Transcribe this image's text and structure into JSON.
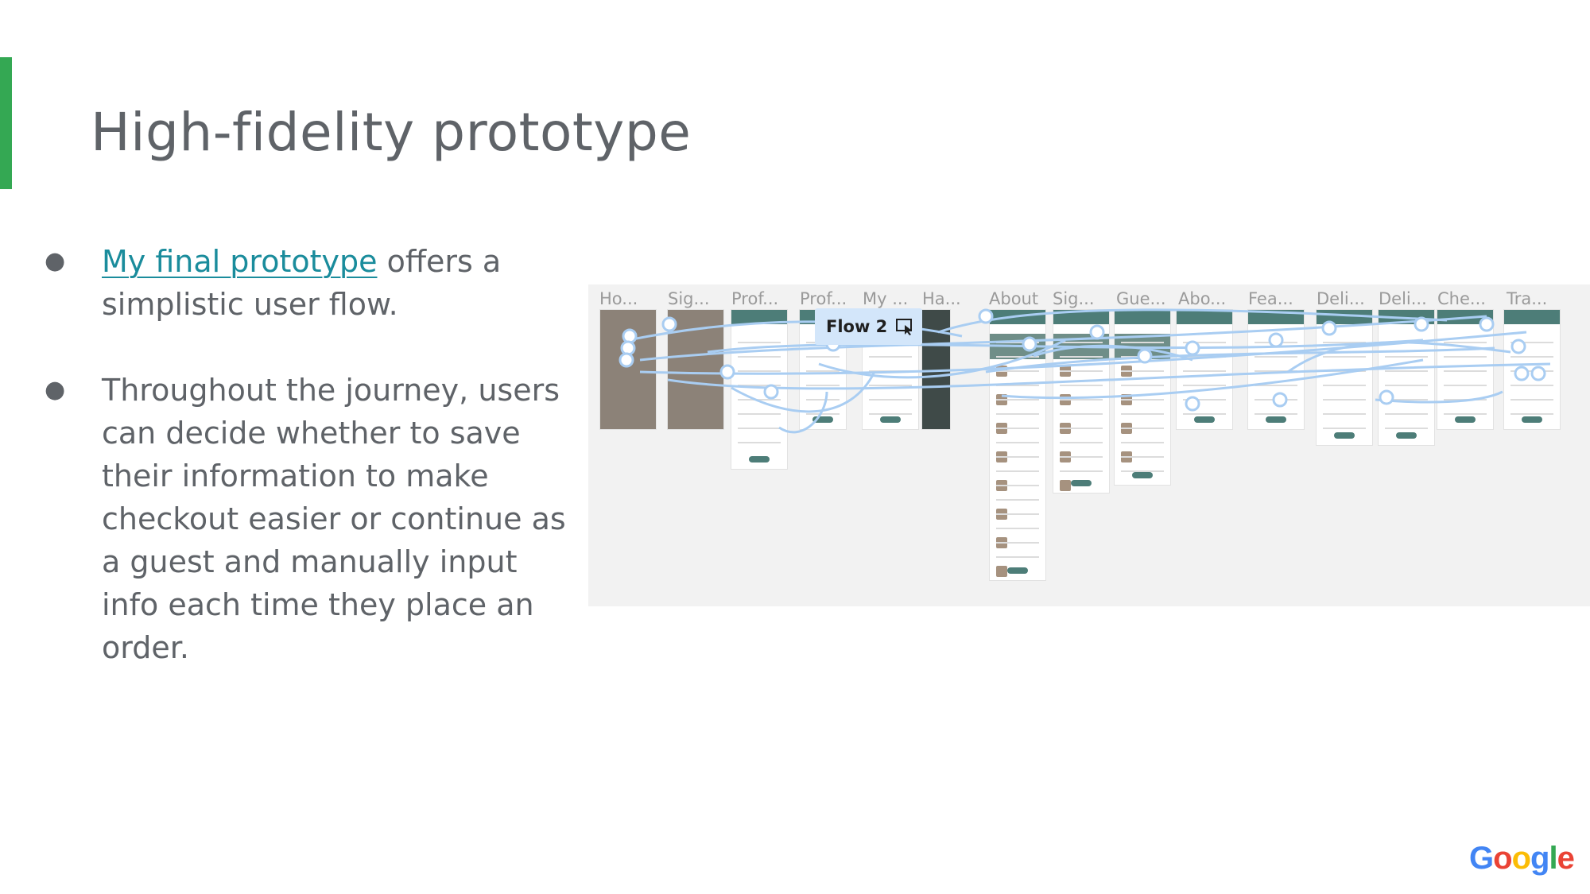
{
  "slide": {
    "title": "High-fidelity prototype",
    "accent_color": "#34a853",
    "bullets": [
      {
        "link_text": "My final prototype",
        "text": " offers a simplistic user flow."
      },
      {
        "text": "Throughout the journey, users can decide whether to save their information to make checkout easier or continue as a guest and manually input info each time they place an order."
      }
    ],
    "bullet_symbol": "●"
  },
  "prototype": {
    "flow_label": "Flow 2",
    "frame_labels": [
      "Ho...",
      "Sig...",
      "Prof...",
      "Prof...",
      "My ...",
      "Ha...",
      "About",
      "Sig...",
      "Gue...",
      "Abo...",
      "Fea...",
      "Deli...",
      "Deli...",
      "Che...",
      "Tra..."
    ],
    "theme_color": "#4d7d78",
    "connector_color": "#a9cdf2",
    "icons": [
      "present-icon"
    ]
  },
  "footer": {
    "logo": [
      "G",
      "o",
      "o",
      "g",
      "l",
      "e"
    ],
    "logo_colors": [
      "#4285f4",
      "#ea4335",
      "#fbbc05",
      "#4285f4",
      "#34a853",
      "#ea4335"
    ]
  }
}
